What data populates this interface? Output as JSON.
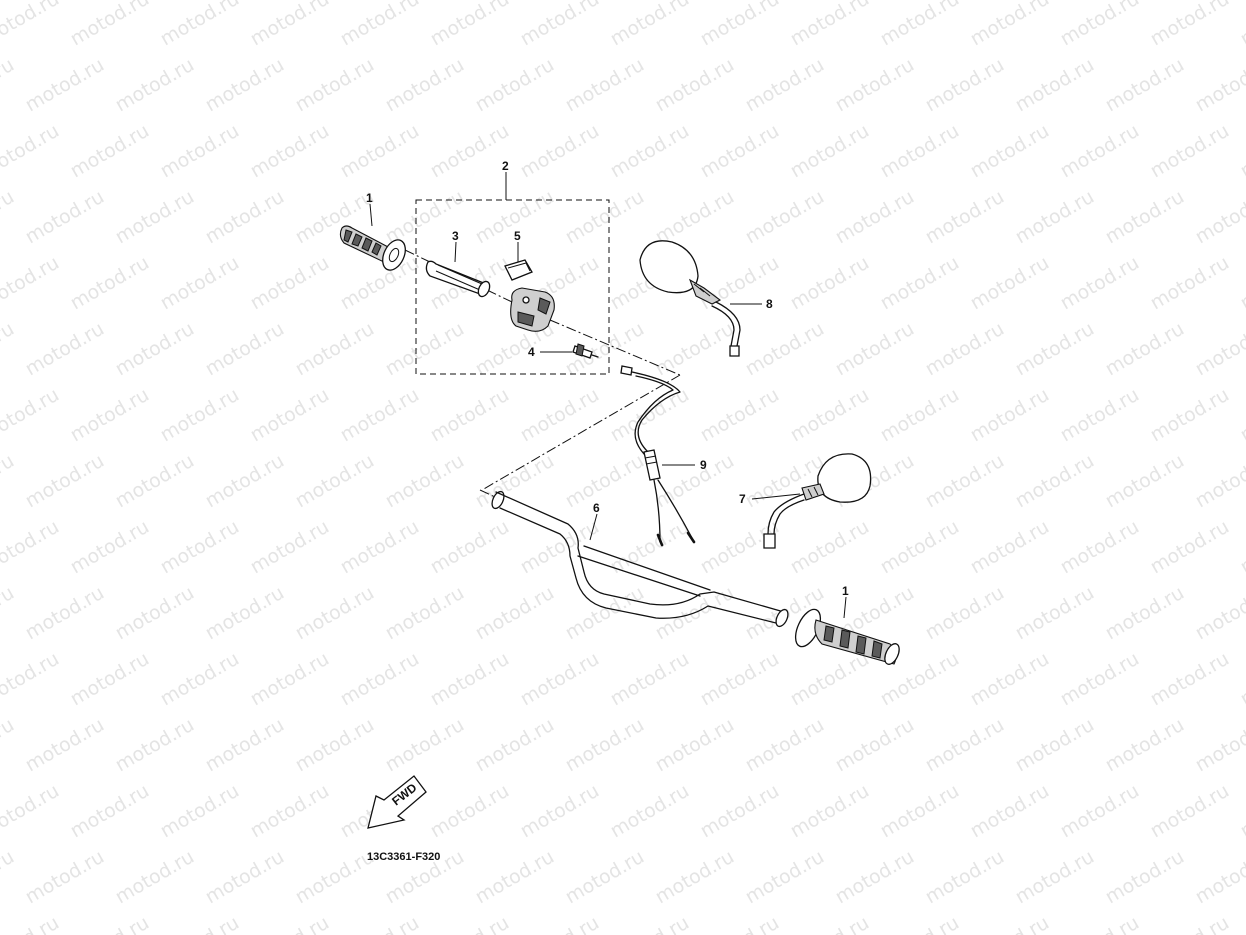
{
  "watermark": "motod.ru",
  "diagram_code": "13C3361-F320",
  "direction_label": "FWD",
  "callouts": {
    "grip_left": "1",
    "grip_right": "1",
    "throttle_assy": "2",
    "throttle_sleeve": "3",
    "cable_adjuster": "4",
    "grip_cap": "5",
    "handlebar": "6",
    "mirror_left": "7",
    "mirror_right": "8",
    "throttle_cable": "9"
  }
}
